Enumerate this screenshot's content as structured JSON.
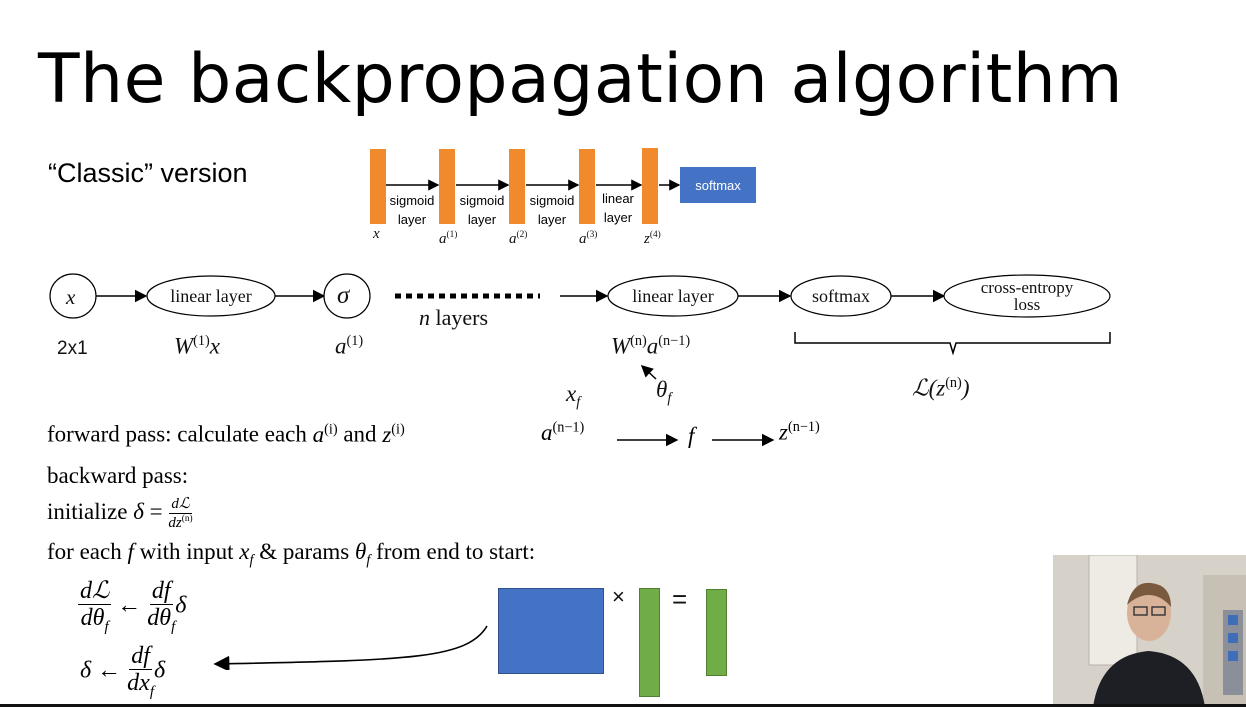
{
  "slide": {
    "title": "The backpropagation algorithm",
    "subtitle": "“Classic” version"
  },
  "top_diagram": {
    "layer_labels": [
      [
        "sigmoid",
        "layer"
      ],
      [
        "sigmoid",
        "layer"
      ],
      [
        "sigmoid",
        "layer"
      ],
      [
        "linear",
        "layer"
      ]
    ],
    "softmax_label": "softmax",
    "node_labels": [
      "x",
      "a(1)",
      "a(2)",
      "a(3)",
      "z(4)"
    ]
  },
  "chain": {
    "x_node": "x",
    "linear1": "linear layer",
    "sigma": "σ",
    "n_layers": "n layers",
    "linear_n": "linear layer",
    "softmax": "softmax",
    "loss_line1": "cross-entropy",
    "loss_line2": "loss",
    "dim_label": "2x1",
    "w1x": "W(1)x",
    "a1": "a(1)",
    "wn": "W(n)a(n−1)",
    "theta_f": "θf",
    "x_f": "xf",
    "loss_expr": "ℒ(z(n))"
  },
  "text": {
    "forward_pass": "forward pass: calculate each a(i) and z(i)",
    "forward_chain": "a(n−1) → f → z(n−1)",
    "backward_pass": "backward pass:",
    "initialize": "initialize δ = dℒ / dz(n)",
    "for_each": "for each f with input xf & params θf from end to start:",
    "update1": "dℒ/dθf ← df/dθf δ",
    "update2": "δ ← df/dxf δ"
  },
  "matrix_ops": {
    "times": "×",
    "equals": "="
  },
  "colors": {
    "orange": "#f08a2c",
    "blue": "#4472c4",
    "green": "#70ad47"
  }
}
